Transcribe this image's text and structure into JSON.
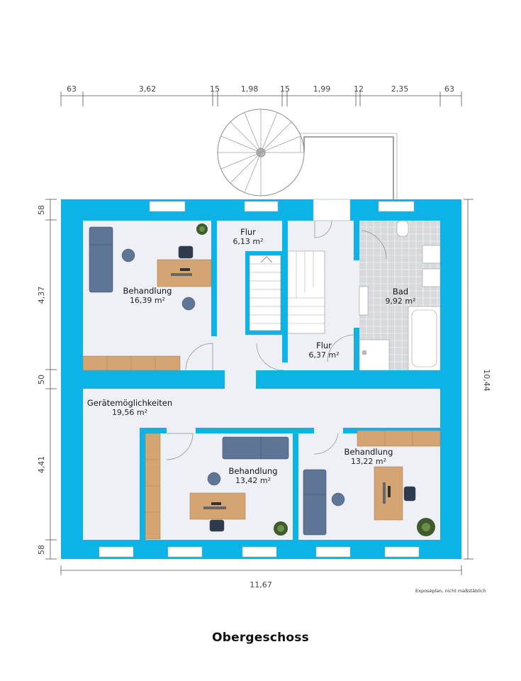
{
  "top_dims": [
    "63",
    "3,62",
    "15",
    "1,98",
    "15",
    "1,99",
    "12",
    "2,35",
    "63"
  ],
  "left_dims": [
    "58",
    "4,37",
    "50",
    "4,41",
    "58"
  ],
  "right_dim": "10,44",
  "bottom_dim": "11,67",
  "rooms": [
    {
      "name": "Flur",
      "area": "6,13 m²"
    },
    {
      "name": "Behandlung",
      "area": "16,39 m²"
    },
    {
      "name": "Bad",
      "area": "9,92 m²"
    },
    {
      "name": "Flur",
      "area": "6,37 m²"
    },
    {
      "name": "Gerätemöglichkeiten",
      "area": "19,56 m²"
    },
    {
      "name": "Behandlung",
      "area": "13,22 m²"
    },
    {
      "name": "Behandlung",
      "area": "13,42 m²"
    }
  ],
  "note": "Exposéplan, nicht maßstäblich",
  "title": "Obergeschoss",
  "colors": {
    "wall": "#0bb3e6",
    "floor": "#eef0f6",
    "tile": "#d7d9dd",
    "furniture": "#5f7596",
    "wood": "#d4a572"
  }
}
